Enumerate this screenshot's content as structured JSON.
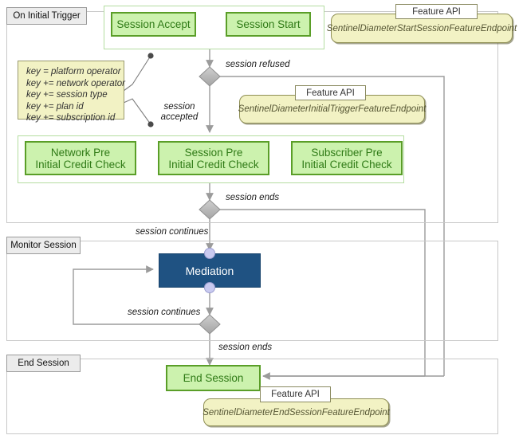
{
  "diagram": {
    "title": "Sentinel Diameter session flow",
    "colors": {
      "activity_fill": "#ccf2ae",
      "activity_border": "#5a9e28",
      "activity_text": "#2f7a16",
      "mediation_fill": "#1f5282",
      "mediation_text": "#ffffff",
      "port_fill": "#c9caf0",
      "note_fill": "#f2f2c4",
      "note_border": "#9a9a6e",
      "api_fill": "#f2f2c4",
      "api_border": "#8f8f55",
      "lane_tab_fill": "#ececec",
      "lane_border": "#c8c8c8",
      "decision_fill": "#b6b6b6",
      "connector": "#9b9b9b"
    }
  },
  "lanes": [
    {
      "id": "on-initial-trigger",
      "label": "On Initial Trigger"
    },
    {
      "id": "monitor-session",
      "label": "Monitor Session"
    },
    {
      "id": "end-session",
      "label": "End Session"
    }
  ],
  "activities": {
    "session_accept": "Session Accept",
    "session_start": "Session Start",
    "network_pre_l1": "Network Pre",
    "network_pre_l2": "Initial Credit Check",
    "session_pre_l1": "Session Pre",
    "session_pre_l2": "Initial Credit Check",
    "subscriber_pre_l1": "Subscriber Pre",
    "subscriber_pre_l2": "Initial Credit Check",
    "mediation": "Mediation",
    "end_session": "End Session"
  },
  "note": {
    "lines": [
      "key = platform operator",
      "key += network operator",
      "key += session type",
      "key += plan id",
      "key += subscription id"
    ]
  },
  "feature_apis": [
    {
      "id": "start-session",
      "tab": "Feature API",
      "endpoint": "SentinelDiameterStartSessionFeatureEndpoint"
    },
    {
      "id": "initial-trigger",
      "tab": "Feature API",
      "endpoint": "SentinelDiameterInitialTriggerFeatureEndpoint"
    },
    {
      "id": "end-session",
      "tab": "Feature API",
      "endpoint": "SentinelDiameterEndSessionFeatureEndpoint"
    }
  ],
  "edge_labels": {
    "session_refused": "session refused",
    "session_accepted_l1": "session",
    "session_accepted_l2": "accepted",
    "session_ends_1": "session ends",
    "session_continues_1": "session continues",
    "session_continues_2": "session continues",
    "session_ends_2": "session ends"
  }
}
